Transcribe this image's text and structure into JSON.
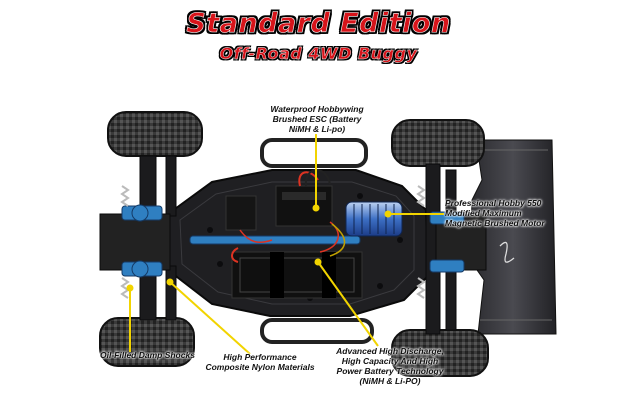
{
  "header": {
    "title": "Standard Edition",
    "subtitle": "Off-Road 4WD Buggy"
  },
  "callouts": {
    "esc": [
      "Waterproof Hobbywing",
      "Brushed ESC (Battery",
      "NiMH & Li-po)"
    ],
    "motor": [
      "Professional Hobby 550",
      "Modified Maximum",
      "Magnetic Brushed Motor"
    ],
    "shocks": [
      "Oil-Filled Damp Shocks"
    ],
    "nylon": [
      "High Performance",
      "Composite Nylon Materials"
    ],
    "battery": [
      "Advanced High Discharge,",
      "High Capacity And High",
      "Power Battery Technology",
      "(NiMH & Li-PO)"
    ]
  },
  "colors": {
    "title_red": "#d7141a",
    "chassis": "#1f1f22",
    "aluminum_blue": "#2f7fc1",
    "callout_line": "#f2d400",
    "tire": "#2a2a2a"
  },
  "image": {
    "subject": "RC off-road 4WD buggy viewed from above without body shell",
    "icons": [
      "rc-buggy-chassis-illustration"
    ]
  }
}
